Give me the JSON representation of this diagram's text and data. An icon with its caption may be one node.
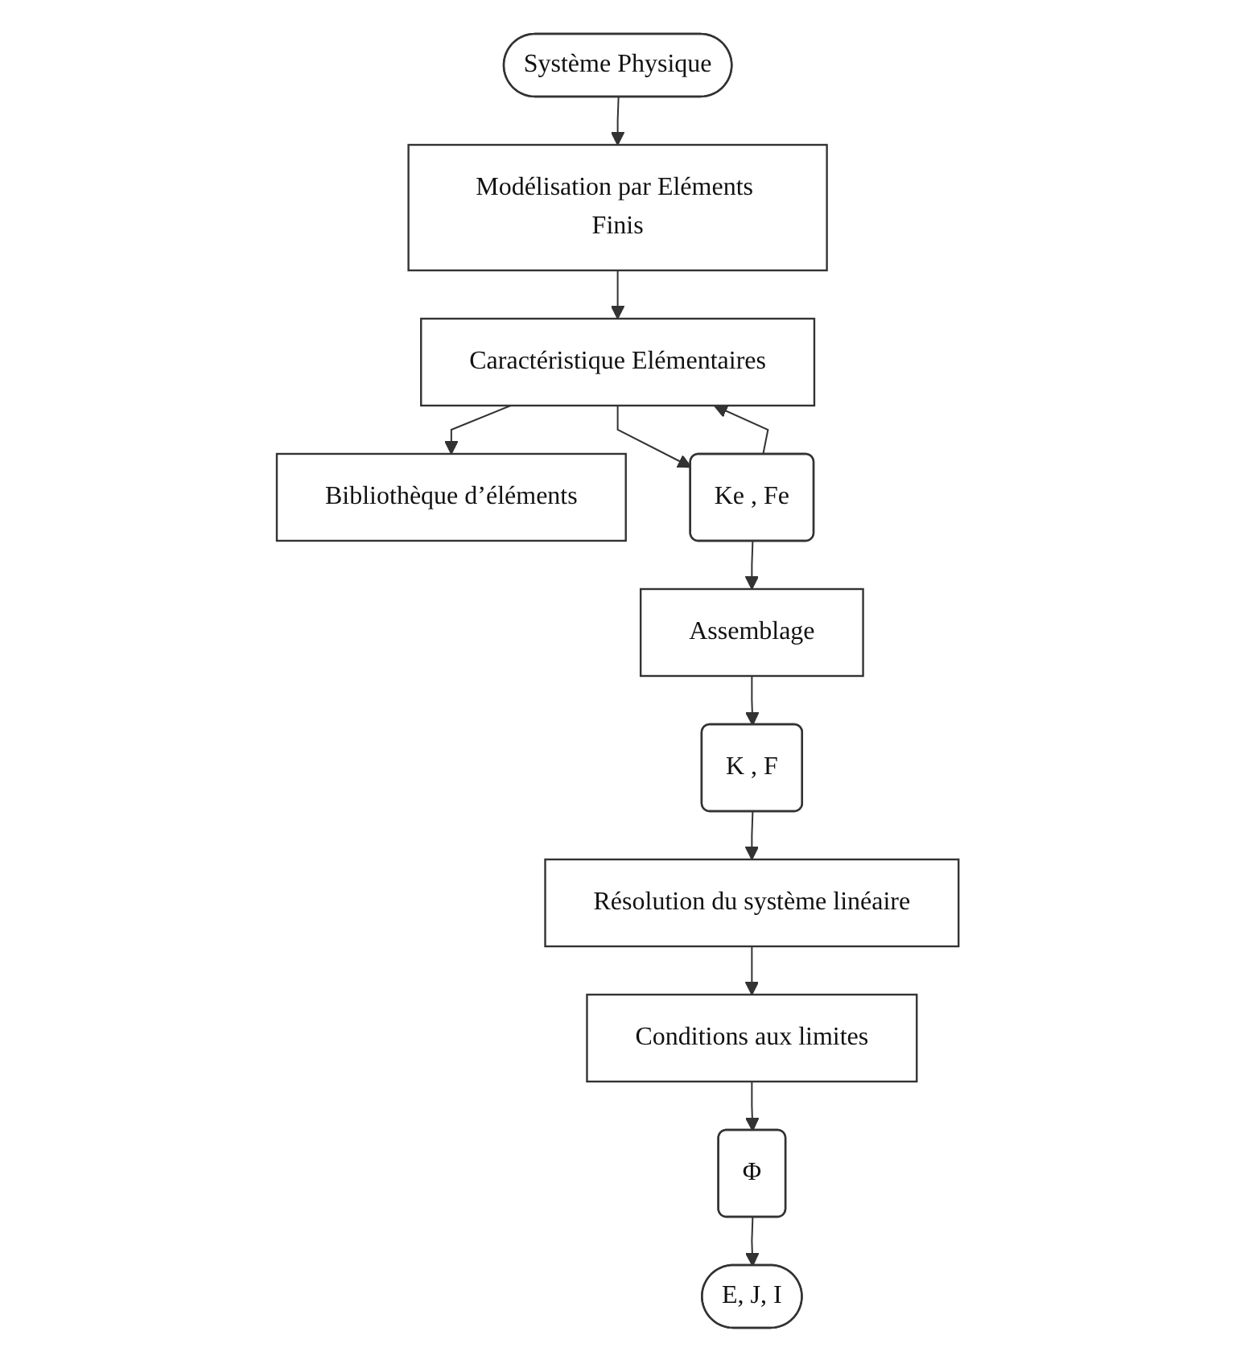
{
  "diagram": {
    "nodes": [
      {
        "text": [
          "Système Physique"
        ]
      },
      {
        "text": [
          "Modélisation par Eléments Finis"
        ]
      },
      {
        "text": [
          "Caractéristique Elémentaires"
        ]
      },
      {
        "text": [
          "Bibliothèque d’éléments"
        ]
      },
      {
        "text": [
          "Ke , Fe"
        ]
      },
      {
        "text": [
          "Assemblage"
        ]
      },
      {
        "text": [
          "K , F"
        ]
      },
      {
        "text": [
          "Résolution du système linéaire"
        ]
      },
      {
        "text": [
          "Conditions aux limites"
        ]
      },
      {
        "text": [
          "Φ"
        ]
      },
      {
        "text": [
          "E, J, I"
        ]
      }
    ],
    "edges": [
      {
        "from": 0,
        "to": 1,
        "arrow": "to"
      },
      {
        "from": 1,
        "to": 2,
        "arrow": "to"
      },
      {
        "from": 2,
        "to": 3,
        "arrow": "to"
      },
      {
        "from": 2,
        "to": 4,
        "arrow": "to"
      },
      {
        "from": 4,
        "to": 2,
        "arrow": "to"
      },
      {
        "from": 4,
        "to": 5,
        "arrow": "to"
      },
      {
        "from": 5,
        "to": 6,
        "arrow": "to"
      },
      {
        "from": 6,
        "to": 7,
        "arrow": "to"
      },
      {
        "from": 7,
        "to": 8,
        "arrow": "to"
      },
      {
        "from": 8,
        "to": 9,
        "arrow": "to"
      },
      {
        "from": 9,
        "to": 10,
        "arrow": "to"
      }
    ]
  }
}
